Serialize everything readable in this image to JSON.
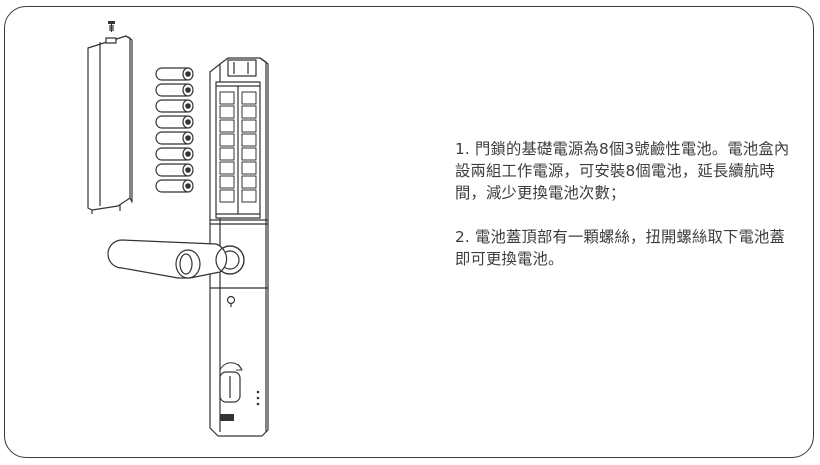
{
  "instructions": {
    "step1": "1. 門鎖的基礎電源為8個3號鹼性電池。電池盒內設兩組工作電源，可安裝8個電池，延長續航時間，減少更換電池次數；",
    "step2": "2. 電池蓋頂部有一顆螺絲，扭開螺絲取下電池蓋即可更換電池。"
  },
  "illustration": {
    "battery_count": 8
  },
  "colors": {
    "frame_border": "#3a3a3a",
    "text": "#3d3d3d",
    "line_art": "#333333"
  }
}
